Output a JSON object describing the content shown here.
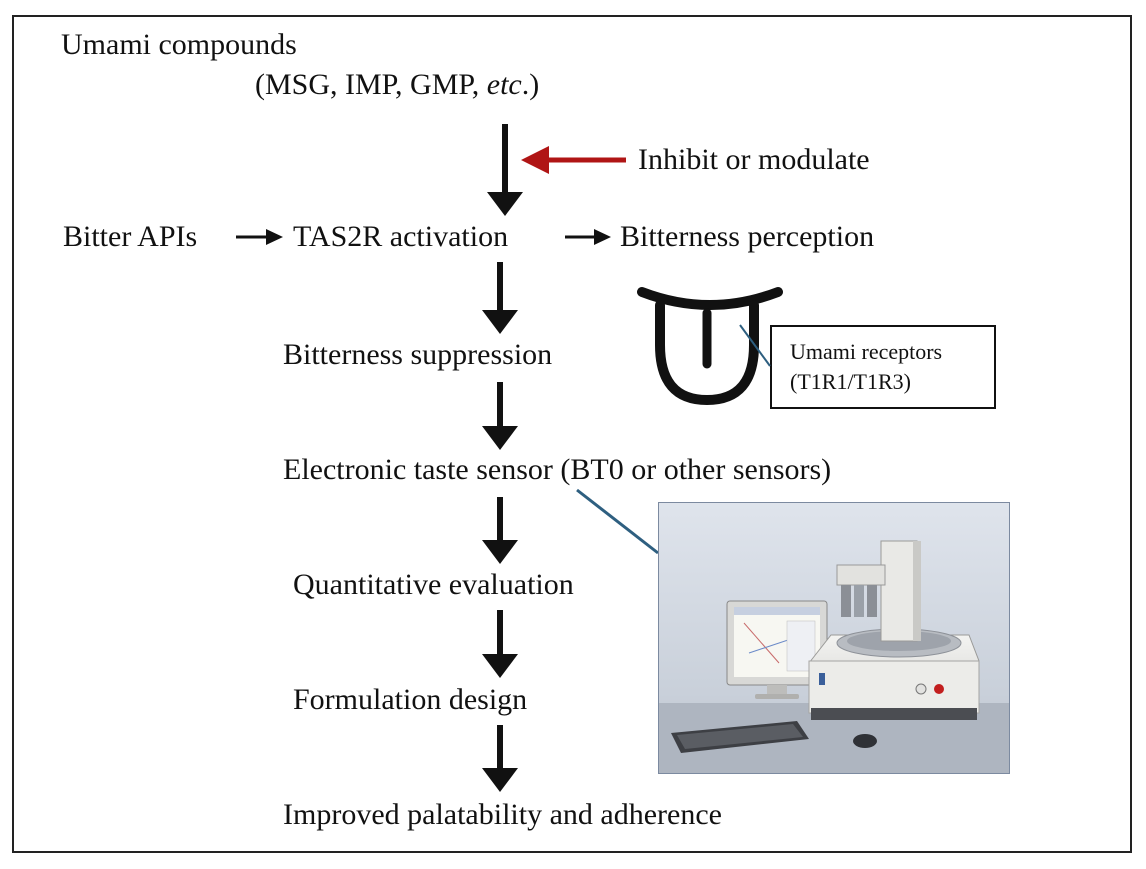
{
  "top": {
    "umami_compounds": "Umami compounds",
    "compound_list_prefix": "(MSG, IMP, GMP, ",
    "compound_list_etc": "etc",
    "compound_list_suffix": ".)"
  },
  "modulation_label": "Inhibit or modulate",
  "row": {
    "bitter_apis": "Bitter APIs",
    "tas2r_activation": "TAS2R activation",
    "bitterness_perception": "Bitterness perception"
  },
  "receptor": {
    "line1": "Umami receptors",
    "line2": "(T1R1/T1R3)"
  },
  "flow": {
    "bitterness_suppression": "Bitterness suppression",
    "electronic_taste_sensor": "Electronic taste sensor (BT0 or other sensors)",
    "quantitative_evaluation": "Quantitative evaluation",
    "formulation_design": "Formulation design",
    "improved_palatability": "Improved palatability and adherence"
  },
  "colors": {
    "arrow": "#111111",
    "inhibit_arrow": "#b01515",
    "connector": "#2e5f80",
    "frame": "#222222"
  },
  "icons": {
    "tongue": "tongue-icon",
    "sensor_photo": "taste-sensing-instrument-photo"
  }
}
